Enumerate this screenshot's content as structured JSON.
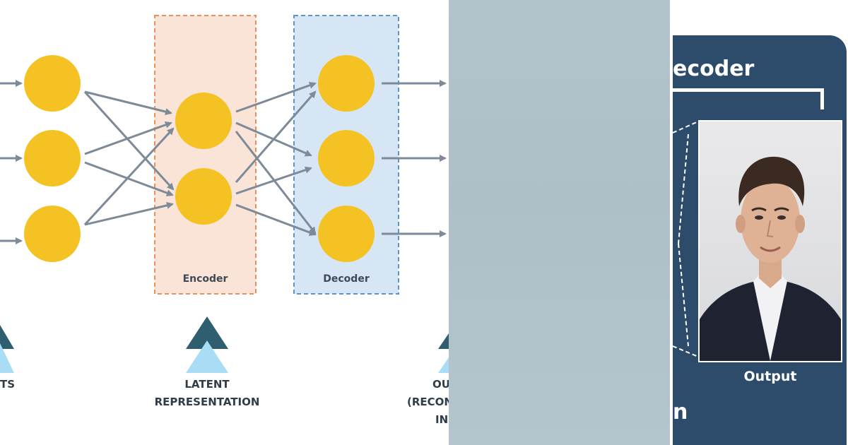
{
  "diagram": {
    "encoder_label": "Encoder",
    "decoder_label": "Decoder",
    "captions": {
      "left_partial": "TS",
      "latent_line1": "LATENT",
      "latent_line2": "REPRESENTATION",
      "output_line1": "OU",
      "output_line2": "(RECON",
      "output_line3": "IN"
    },
    "colors": {
      "node": "#f5c224",
      "arrow": "#7d8a98",
      "encoder_fill": "#f9e4d7",
      "encoder_border": "#e8925a",
      "decoder_fill": "#d7e6f5",
      "decoder_border": "#5b95d0",
      "triangle_dark": "#2f5e70",
      "triangle_light": "#a9dcf5"
    }
  },
  "right_panel": {
    "title_partial": "ecoder",
    "output_label": "Output",
    "partial_text": "n",
    "colors": {
      "card": "#2d4c6b"
    }
  }
}
